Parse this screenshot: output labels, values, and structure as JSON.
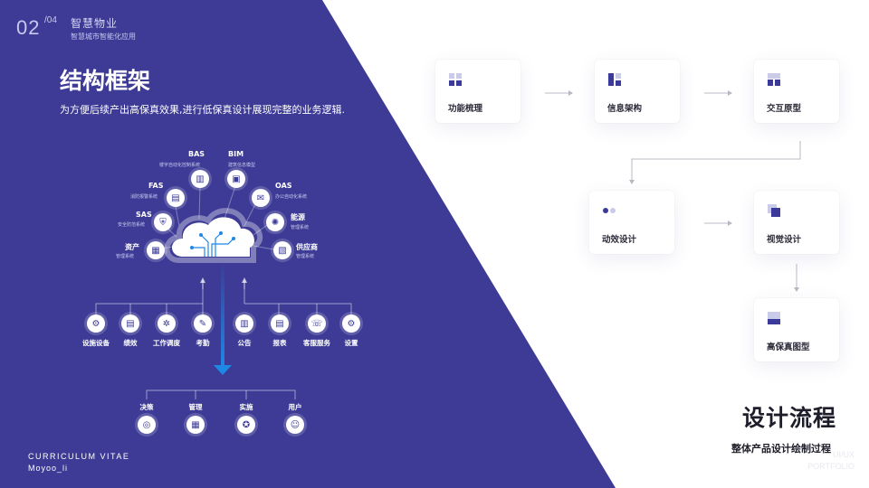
{
  "header": {
    "page_number": "02",
    "page_total": "/04",
    "section_title": "智慧物业",
    "section_subtitle": "智慧城市智能化应用"
  },
  "left": {
    "title": "结构框架",
    "description": "为方便后续产出高保真效果,进行低保真设计展现完整的业务逻辑."
  },
  "systems": [
    {
      "label": "BAS",
      "sub": "楼宇自动化控制系统",
      "icon": "building-control-icon"
    },
    {
      "label": "BIM",
      "sub": "建筑信息模型",
      "icon": "bim-model-icon"
    },
    {
      "label": "FAS",
      "sub": "消防报警系统",
      "icon": "fire-alarm-icon"
    },
    {
      "label": "OAS",
      "sub": "办公自动化系统",
      "icon": "office-automation-icon"
    },
    {
      "label": "SAS",
      "sub": "安全防范系统",
      "icon": "security-shield-icon"
    },
    {
      "label": "能源",
      "sub": "管理系统",
      "icon": "energy-icon"
    },
    {
      "label": "资产",
      "sub": "管理系统",
      "icon": "asset-icon"
    },
    {
      "label": "供应商",
      "sub": "管理系统",
      "icon": "supplier-icon"
    }
  ],
  "modules": [
    {
      "label": "设施设备",
      "icon": "facility-icon"
    },
    {
      "label": "绩效",
      "icon": "performance-icon"
    },
    {
      "label": "工作调度",
      "icon": "dispatch-icon"
    },
    {
      "label": "考勤",
      "icon": "attendance-icon"
    },
    {
      "label": "公告",
      "icon": "announcement-icon"
    },
    {
      "label": "报表",
      "icon": "report-icon"
    },
    {
      "label": "客服服务",
      "icon": "customer-service-icon"
    },
    {
      "label": "设置",
      "icon": "settings-icon"
    }
  ],
  "outputs": [
    {
      "label": "决策",
      "icon": "decision-icon"
    },
    {
      "label": "管理",
      "icon": "management-icon"
    },
    {
      "label": "实施",
      "icon": "implement-icon"
    },
    {
      "label": "用户",
      "icon": "user-icon"
    }
  ],
  "footer": {
    "cv_line1": "CURRICULUM VITAE",
    "cv_line2": "Moyoo_li",
    "ghost_line1": "UI/UX",
    "ghost_line2": "PORTFOLIO"
  },
  "flow": {
    "steps": [
      {
        "label": "功能梳理"
      },
      {
        "label": "信息架构"
      },
      {
        "label": "交互原型"
      },
      {
        "label": "动效设计"
      },
      {
        "label": "视觉设计"
      },
      {
        "label": "高保真图型"
      }
    ],
    "title": "设计流程",
    "subtitle": "整体产品设计绘制过程"
  },
  "colors": {
    "primary": "#3d3b95",
    "accent_blue": "#1e88e5",
    "icon_dark": "#3b3a9a",
    "icon_light": "#c9cbe8"
  }
}
